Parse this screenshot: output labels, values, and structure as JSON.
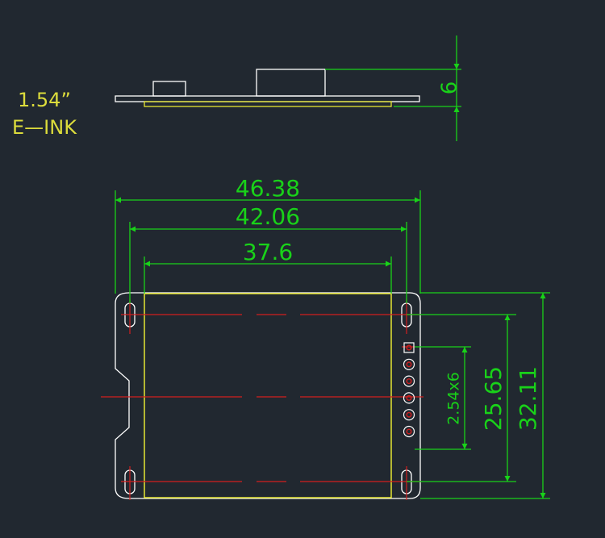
{
  "title": {
    "line1": "1.54”",
    "line2": "E—INK"
  },
  "dimensions": {
    "height_side": "6",
    "width_overall": "46.38",
    "width_mount": "42.06",
    "width_display": "37.6",
    "pin_pitch": "2.54x6",
    "height_mount": "25.65",
    "height_overall": "32.11"
  },
  "colors": {
    "background": "#212830",
    "outline": "#ffffff",
    "dimension": "#19d219",
    "display_edge": "#e6e632",
    "centerline": "#d21e1e",
    "title_text": "#dcdc3c"
  },
  "pins": {
    "count": 6
  }
}
